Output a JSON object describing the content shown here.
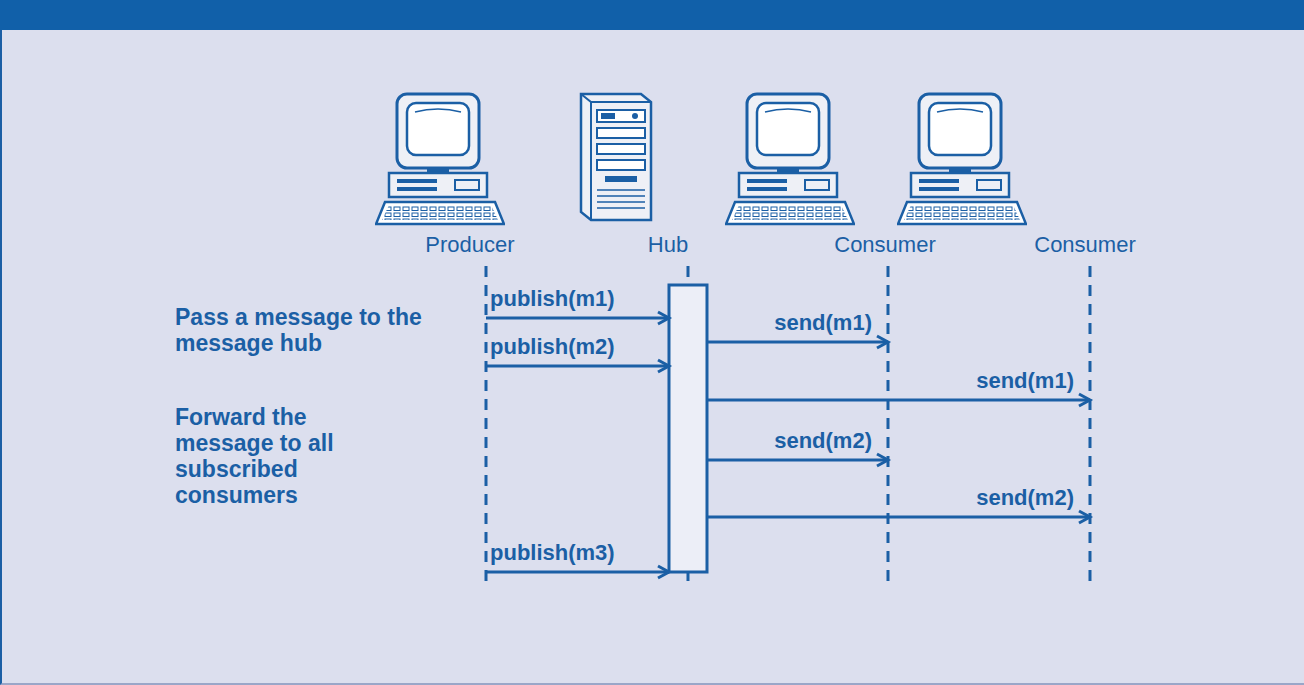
{
  "diagram": {
    "nodes": [
      {
        "text": [
          "Producer"
        ]
      },
      {
        "text": [
          "Hub"
        ]
      },
      {
        "text": [
          "Consumer"
        ]
      },
      {
        "text": [
          "Consumer"
        ]
      }
    ],
    "edges": [
      {
        "from": 0,
        "to": 1,
        "label": "publish(m1)",
        "arrow": "to"
      },
      {
        "from": 1,
        "to": 2,
        "label": "send(m1)",
        "arrow": "to"
      },
      {
        "from": 0,
        "to": 1,
        "label": "publish(m2)",
        "arrow": "to"
      },
      {
        "from": 1,
        "to": 3,
        "label": "send(m1)",
        "arrow": "to"
      },
      {
        "from": 1,
        "to": 2,
        "label": "send(m2)",
        "arrow": "to"
      },
      {
        "from": 1,
        "to": 3,
        "label": "send(m2)",
        "arrow": "to"
      },
      {
        "from": 0,
        "to": 1,
        "label": "publish(m3)",
        "arrow": "to"
      }
    ],
    "labels": [
      "Pass a message to the message hub",
      "Forward the message to all subscribed consumers"
    ]
  }
}
